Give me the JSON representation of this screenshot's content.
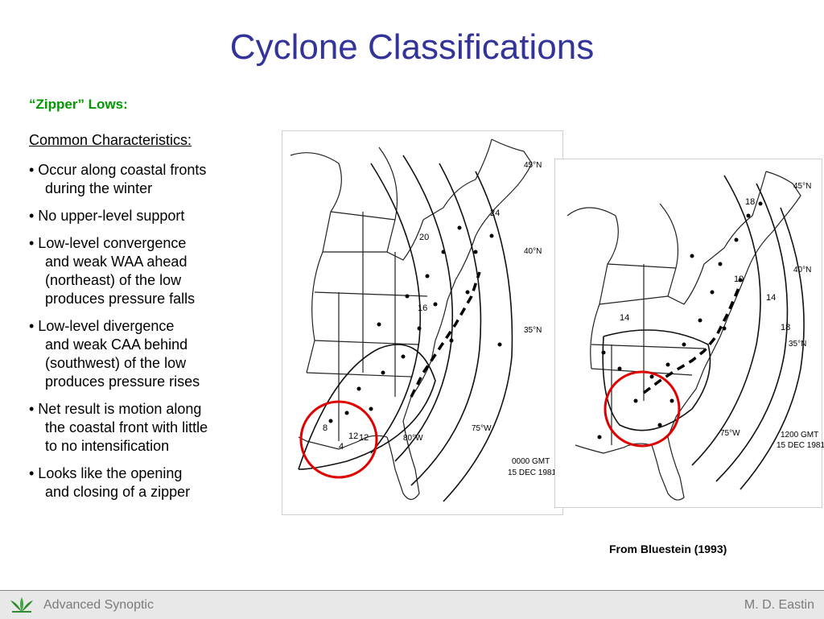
{
  "slide": {
    "title": "Cyclone Classifications",
    "subtitle": "“Zipper” Lows:",
    "heading": "Common Characteristics:",
    "bullets": [
      {
        "first": "• Occur along coastal fronts",
        "rest": [
          "during the winter"
        ]
      },
      {
        "first": "• No upper-level support",
        "rest": []
      },
      {
        "first": "• Low-level convergence",
        "rest": [
          "and weak WAA ahead",
          "(northeast) of the low",
          "produces pressure falls"
        ]
      },
      {
        "first": "• Low-level divergence",
        "rest": [
          "and weak CAA behind",
          "(southwest) of the low",
          "produces pressure rises"
        ]
      },
      {
        "first": "• Net result is motion along",
        "rest": [
          "the coastal front with little",
          "to no intensification"
        ]
      },
      {
        "first": "• Looks like the opening",
        "rest": [
          "and closing of a zipper"
        ]
      }
    ],
    "caption": "From Bluestein (1993)"
  },
  "map_left": {
    "time": "0000 GMT",
    "date": "15 DEC 1981",
    "lat45": "45°N",
    "lat40": "40°N",
    "lat35": "35°N",
    "lon80": "80°W",
    "lon75": "75°W",
    "isobars": [
      "24",
      "20",
      "16",
      "12",
      "8",
      "4",
      "12"
    ]
  },
  "map_right": {
    "time": "1200 GMT",
    "date": "15 DEC 1981",
    "lat45": "45°N",
    "lat40": "40°N",
    "lat35": "35°N",
    "lon75": "75°W",
    "isobars": [
      "18",
      "14",
      "14",
      "10",
      "18"
    ]
  },
  "footer": {
    "left": "Advanced Synoptic",
    "right": "M. D. Eastin"
  },
  "colors": {
    "title": "#333399",
    "subtitle": "#009900",
    "circle": "#e00000",
    "footer_text": "#7a7a7a"
  }
}
